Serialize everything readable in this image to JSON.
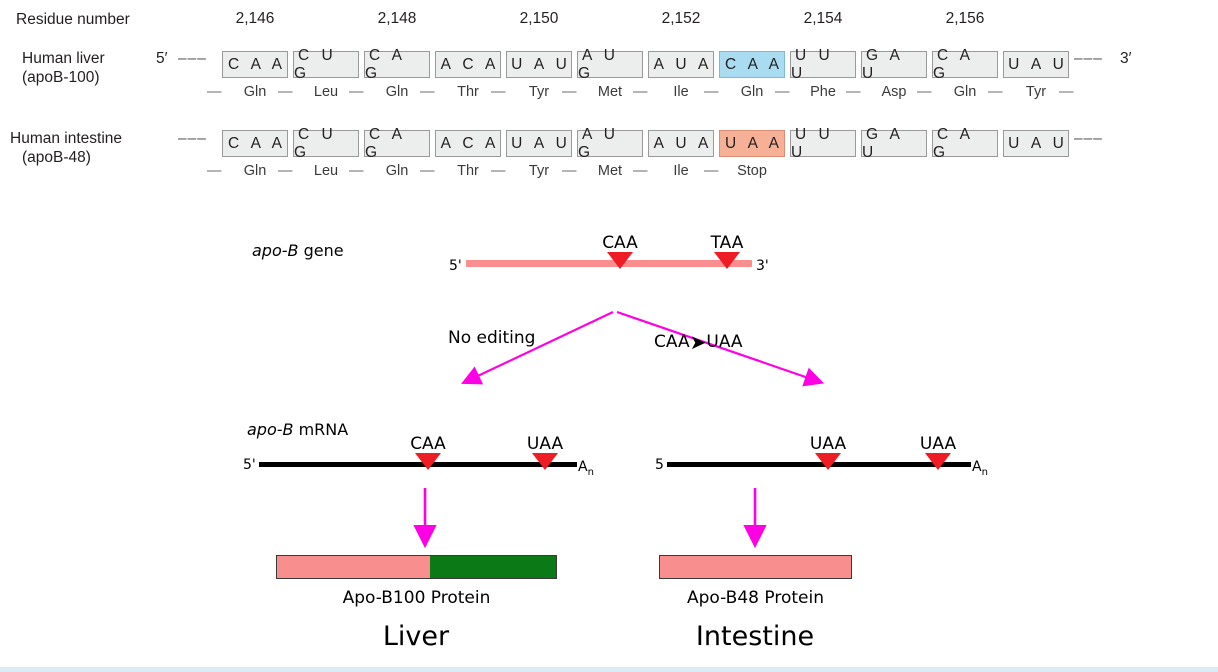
{
  "sequence_panel": {
    "residue_number_label": "Residue number",
    "residue_numbers": [
      "2,146",
      "2,148",
      "2,150",
      "2,152",
      "2,154",
      "2,156"
    ],
    "rows": [
      {
        "name": "human-liver",
        "label_line1": "Human liver",
        "label_line2": "(apoB-100)",
        "five_prime": "5′",
        "left_dashes": "–––",
        "right_dashes": "–––",
        "three_prime": "3′",
        "codons": [
          "C A A",
          "C U G",
          "C A G",
          "A C A",
          "U A U",
          "A U G",
          "A U A",
          "C A A",
          "U U U",
          "G A U",
          "C A G",
          "U A U"
        ],
        "highlight_index": 7,
        "highlight_color": "#a9dcf0",
        "amino_acids": [
          "Gln",
          "Leu",
          "Gln",
          "Thr",
          "Tyr",
          "Met",
          "Ile",
          "Gln",
          "Phe",
          "Asp",
          "Gln",
          "Tyr"
        ],
        "trailing_dash": true
      },
      {
        "name": "human-intestine",
        "label_line1": "Human intestine",
        "label_line2": "(apoB-48)",
        "five_prime": "",
        "left_dashes": "–––",
        "right_dashes": "–––",
        "three_prime": "",
        "codons": [
          "C A A",
          "C U G",
          "C A G",
          "A C A",
          "U A U",
          "A U G",
          "A U A",
          "U A A",
          "U U U",
          "G A U",
          "C A G",
          "U A U"
        ],
        "highlight_index": 7,
        "highlight_color": "#f5b096",
        "amino_acids": [
          "Gln",
          "Leu",
          "Gln",
          "Thr",
          "Tyr",
          "Met",
          "Ile",
          "Stop"
        ],
        "trailing_dash": false
      }
    ]
  },
  "diagram": {
    "gene": {
      "label_italic": "apo-B",
      "label_rest": " gene",
      "five_prime": "5'",
      "three_prime": "3'",
      "markers": [
        "CAA",
        "TAA"
      ],
      "line_color": "#fa8d8d"
    },
    "branches": [
      {
        "name": "no-editing",
        "label": "No editing"
      },
      {
        "name": "editing",
        "label_before": "CAA",
        "label_arrow": "➤",
        "label_after": "UAA"
      }
    ],
    "mrna": {
      "label_italic": "apo-B",
      "label_rest": " mRNA",
      "left": {
        "five_prime": "5'",
        "markers": [
          "CAA",
          "UAA"
        ],
        "poly_a": "A",
        "poly_a_sub": "n"
      },
      "right": {
        "five_prime": "5",
        "markers": [
          "UAA",
          "UAA"
        ],
        "poly_a": "A",
        "poly_a_sub": "n"
      }
    },
    "proteins": [
      {
        "name": "apo-b100",
        "caption": "Apo-B100 Protein",
        "segments": [
          {
            "color": "#f98e8e",
            "fraction": 55
          },
          {
            "color": "#0b7a16",
            "fraction": 45
          }
        ]
      },
      {
        "name": "apo-b48",
        "caption": "Apo-B48 Protein",
        "segments": [
          {
            "color": "#f98e8e",
            "fraction": 100
          }
        ]
      }
    ],
    "tissues": [
      "Liver",
      "Intestine"
    ],
    "arrow_color": "#ff00e4",
    "marker_color": "#ee1c25"
  }
}
